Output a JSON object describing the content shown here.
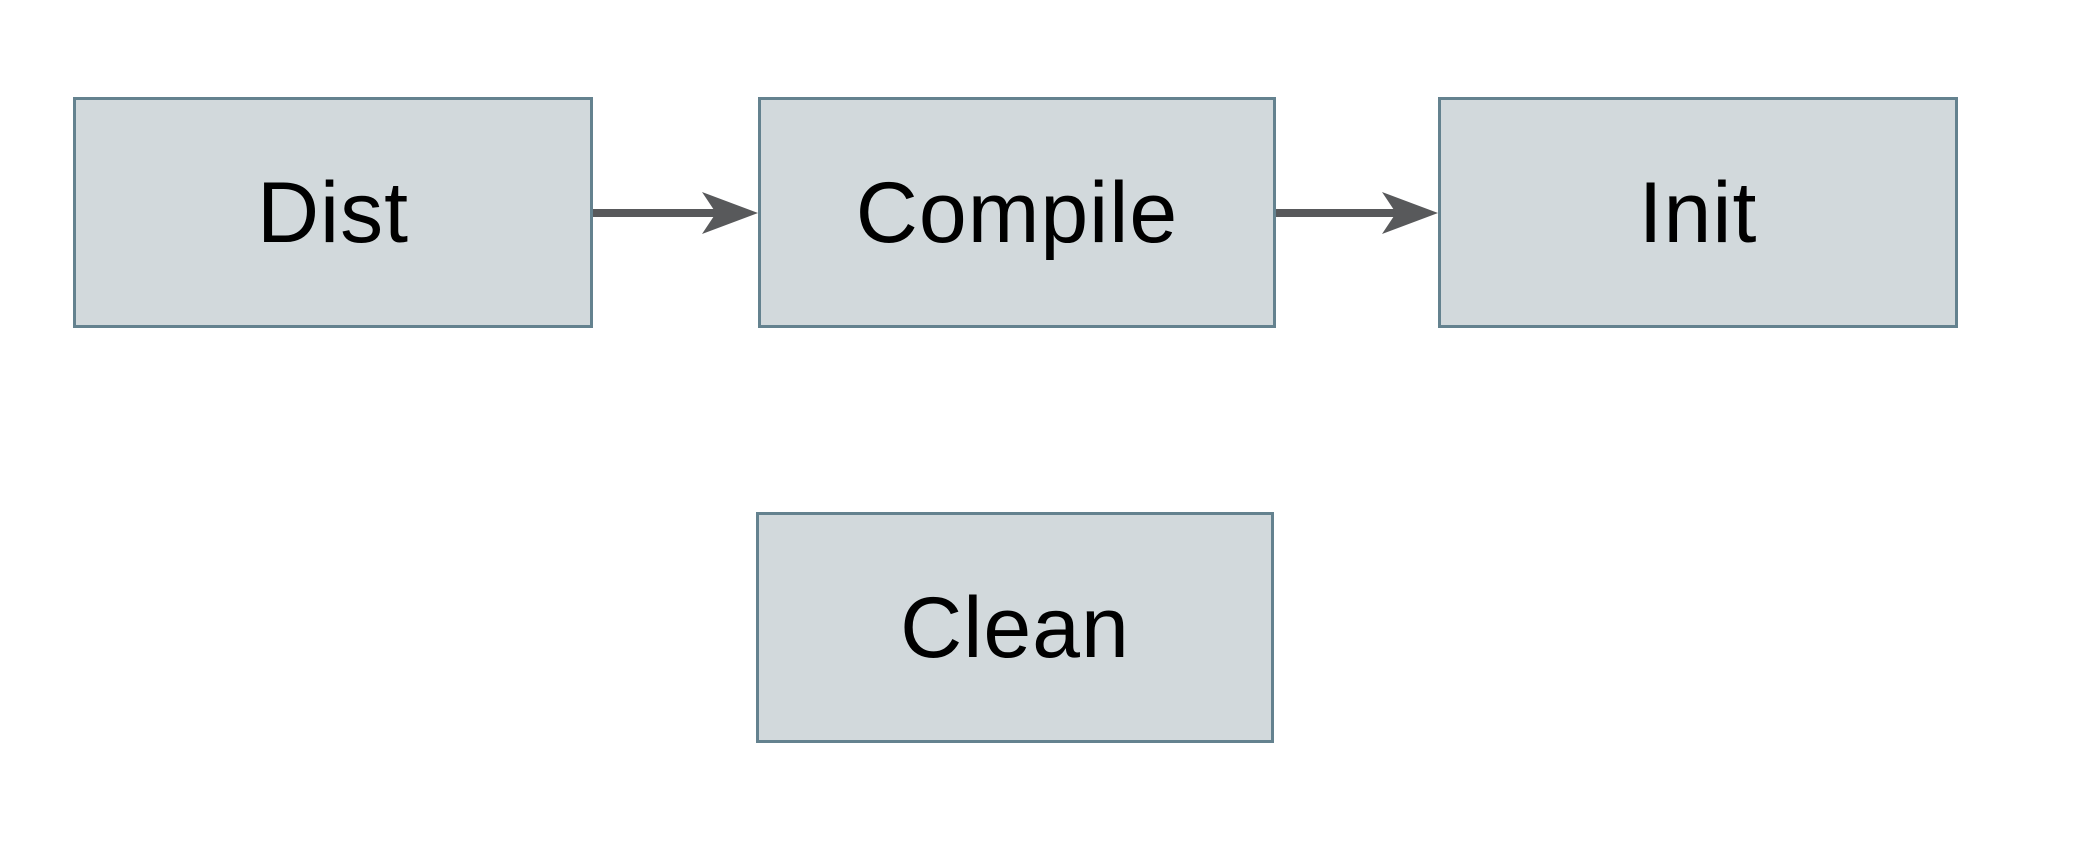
{
  "diagram": {
    "type": "flowchart",
    "nodes": [
      {
        "id": "dist",
        "label": "Dist"
      },
      {
        "id": "compile",
        "label": "Compile"
      },
      {
        "id": "init",
        "label": "Init"
      },
      {
        "id": "clean",
        "label": "Clean"
      }
    ],
    "edges": [
      {
        "from": "Dist",
        "to": "Compile",
        "direction": "right"
      },
      {
        "from": "Compile",
        "to": "Init",
        "direction": "right"
      }
    ],
    "colors": {
      "background": "#ffffff",
      "node_fill": "#d2d9dc",
      "node_border": "#64828f",
      "arrow": "#58595b",
      "text": "#000000"
    }
  }
}
